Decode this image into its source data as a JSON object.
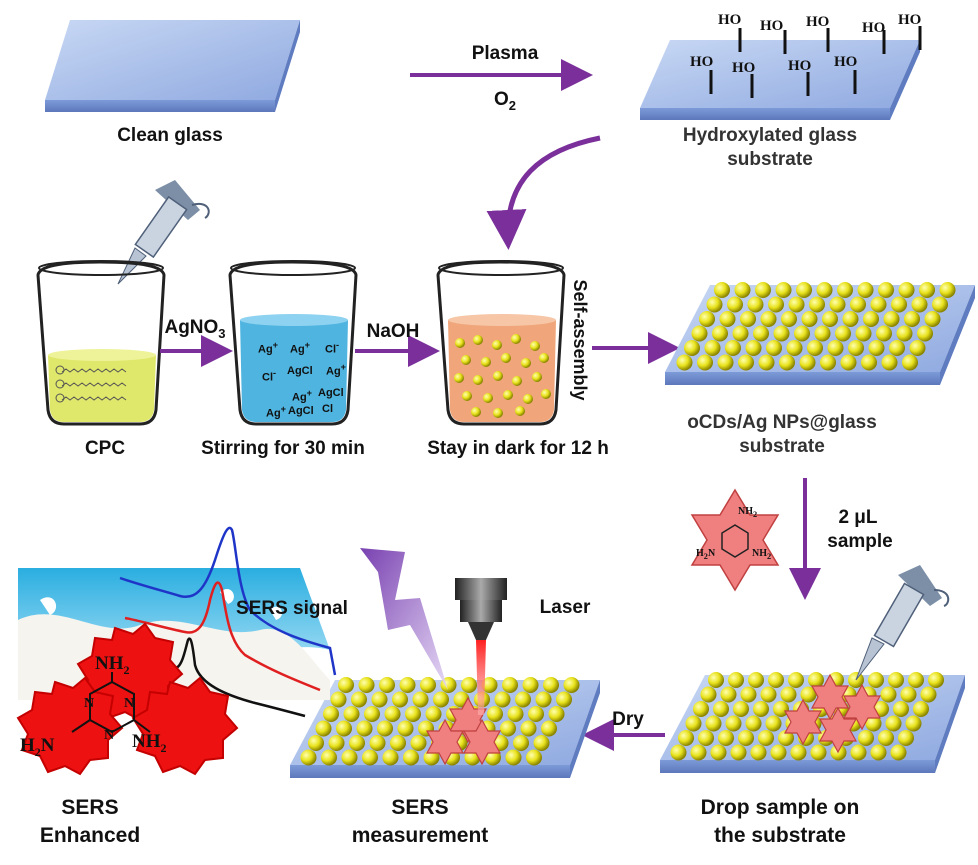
{
  "steps": {
    "clean_glass": "Clean glass",
    "plasma": "Plasma",
    "o2": "O",
    "o2_sub": "2",
    "hydroxylated_line1": "Hydroxylated glass",
    "hydroxylated_line2": "substrate",
    "hydroxyl_group": "HO",
    "cpc": "CPC",
    "agno3": "AgNO",
    "agno3_sub": "3",
    "stirring": "Stirring for 30 min",
    "naoh": "NaOH",
    "stay_dark": "Stay in dark for 12 h",
    "self_assembly": "Self-assembly",
    "ocds_line1": "oCDs/Ag NPs@glass",
    "ocds_line2": "substrate",
    "sample_line1": "2 μL",
    "sample_line2": "sample",
    "dry": "Dry",
    "drop_line1": "Drop sample on",
    "drop_line2": "the substrate",
    "laser": "Laser",
    "sers_signal": "SERS signal",
    "sers_measurement_line1": "SERS",
    "sers_measurement_line2": "measurement",
    "sers_enhanced_line1": "SERS",
    "sers_enhanced_line2": "Enhanced"
  },
  "beaker_ions": {
    "ag_plus": "Ag",
    "plus": "+",
    "cl_minus": "Cl",
    "minus": "-",
    "agcl": "AgCl"
  },
  "molecule": {
    "nh2": "NH",
    "nh2_sub": "2",
    "h2n_h": "H",
    "h2n_sub": "2",
    "h2n_n": "N",
    "ring_n": "N"
  },
  "colors": {
    "arrow": "#7a2f9a",
    "glass_top": "#9bb4e6",
    "glass_side": "#6f8fd0",
    "gold_np": "#e6e21a",
    "cpc_solution": "#dfe86a",
    "stir_solution": "#4fb4e0",
    "dark_solution": "#f0a67a",
    "star_pink": "#f08080",
    "molecule_red": "#ee1111"
  }
}
